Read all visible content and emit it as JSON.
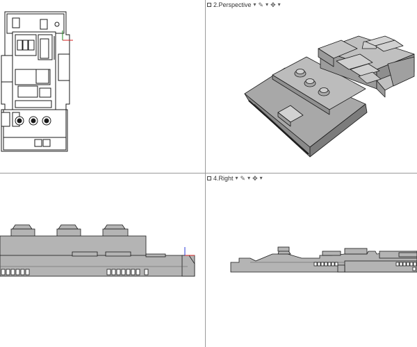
{
  "viewports": [
    {
      "id": "top",
      "label": ""
    },
    {
      "id": "perspective",
      "label": "2.Perspective"
    },
    {
      "id": "front",
      "label": ""
    },
    {
      "id": "right",
      "label": "4.Right"
    }
  ],
  "label_controls": {
    "dropdown_arrow": "▾",
    "shade_icon": "✎",
    "settings_icon": "✥"
  },
  "colors": {
    "background": "#ffffff",
    "divider": "#9a9a9a",
    "model_fill": "#b4b4b4",
    "model_dark": "#8a8a8a",
    "model_stroke": "#1a1a1a",
    "axis_x": "#d42020",
    "axis_y": "#1f8a1f",
    "axis_z": "#2a3ad8"
  }
}
